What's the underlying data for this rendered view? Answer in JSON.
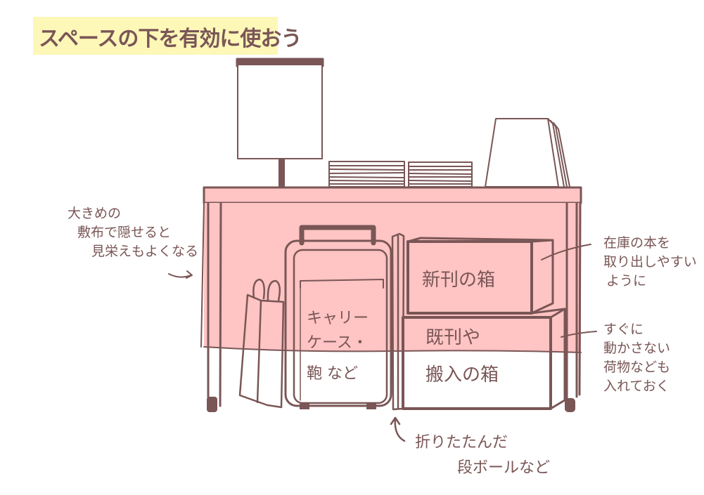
{
  "title": "スペースの下を有効に使おう",
  "colors": {
    "title_highlight": "#fdf7b8",
    "line": "#7a5656",
    "tablecloth": "#ffc4c4",
    "background": "#ffffff"
  },
  "annotations": {
    "left_note": [
      "大きめの",
      "敷布で隠せると",
      "見栄えもよくなる"
    ],
    "right_top_note": [
      "在庫の本を",
      "取り出しやすい",
      "ように"
    ],
    "right_bottom_note": [
      "すぐに",
      "動かさない",
      "荷物なども",
      "入れておく"
    ],
    "bottom_note": [
      "折りたたんだ",
      "段ボールなど"
    ]
  },
  "objects": {
    "suitcase_label": [
      "キャリー",
      "ケース・",
      "鞄 など"
    ],
    "box_top_label": "新刊の箱",
    "box_bottom_label": [
      "既刊や",
      "搬入の箱"
    ]
  }
}
